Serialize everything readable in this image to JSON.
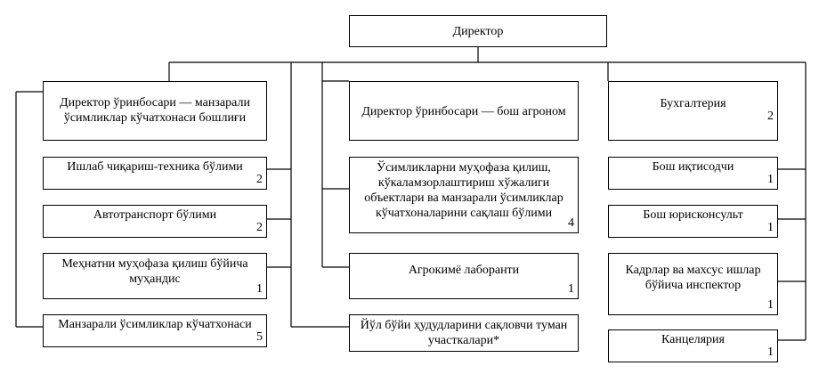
{
  "director": "Директор",
  "columns": [
    {
      "head": {
        "title": "Директор ўринбосари — манзарали ўсимликлар кўчатхонаси бошлиғи",
        "count": ""
      },
      "units": [
        {
          "title": "Ишлаб чиқариш-техника бўлими",
          "count": "2"
        },
        {
          "title": "Автотранспорт бўлими",
          "count": "2"
        },
        {
          "title": "Меҳнатни муҳофаза қилиш бўйича муҳандис",
          "count": "1"
        },
        {
          "title": "Манзарали ўсимликлар кўчатхонаси",
          "count": "5"
        }
      ]
    },
    {
      "head": {
        "title": "Директор ўринбосари — бош агроном",
        "count": ""
      },
      "units": [
        {
          "title": "Ўсимликларни муҳофаза қилиш, кўкаламзорлаштириш хўжалиги объектлари ва манзарали ўсимликлар кўчатхоналарини сақлаш бўлими",
          "count": "4"
        },
        {
          "title": "Агрокимё лаборанти",
          "count": "1"
        },
        {
          "title": "Йўл бўйи ҳудудларини сақловчи туман участкалари*",
          "count": ""
        }
      ]
    },
    {
      "head": {
        "title": "Бухгалтерия",
        "count": "2"
      },
      "units": [
        {
          "title": "Бош иқтисодчи",
          "count": "1"
        },
        {
          "title": "Бош юрисконсульт",
          "count": "1"
        },
        {
          "title": "Кадрлар ва махсус ишлар бўйича инспектор",
          "count": "1"
        },
        {
          "title": "Канцелярия",
          "count": "1"
        }
      ]
    }
  ]
}
